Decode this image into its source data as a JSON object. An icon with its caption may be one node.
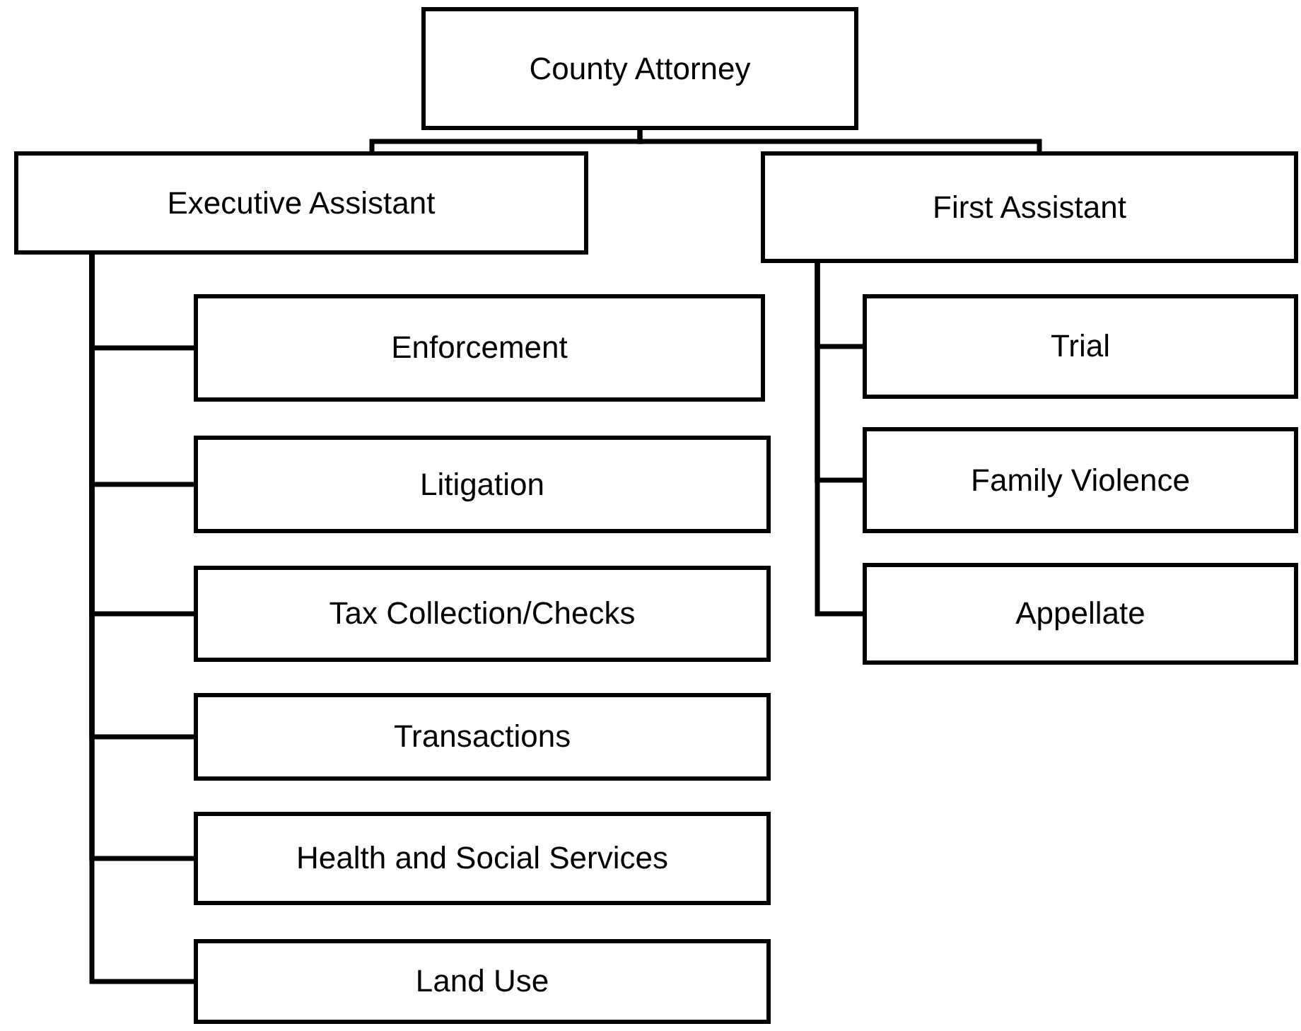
{
  "diagram": {
    "nodes": [
      {
        "text": [
          "County Attorney"
        ]
      },
      {
        "text": [
          "Executive Assistant"
        ]
      },
      {
        "text": [
          "First Assistant"
        ]
      },
      {
        "text": [
          "Enforcement"
        ]
      },
      {
        "text": [
          "Litigation"
        ]
      },
      {
        "text": [
          "Tax Collection/Checks"
        ]
      },
      {
        "text": [
          "Transactions"
        ]
      },
      {
        "text": [
          "Health and Social Services"
        ]
      },
      {
        "text": [
          "Land Use"
        ]
      },
      {
        "text": [
          "Trial"
        ]
      },
      {
        "text": [
          "Family Violence"
        ]
      },
      {
        "text": [
          "Appellate"
        ]
      }
    ],
    "edges": [
      {
        "from": 0,
        "to": 1,
        "arrow": "none"
      },
      {
        "from": 0,
        "to": 2,
        "arrow": "none"
      },
      {
        "from": 1,
        "to": 3,
        "arrow": "none"
      },
      {
        "from": 1,
        "to": 4,
        "arrow": "none"
      },
      {
        "from": 1,
        "to": 5,
        "arrow": "none"
      },
      {
        "from": 1,
        "to": 6,
        "arrow": "none"
      },
      {
        "from": 1,
        "to": 7,
        "arrow": "none"
      },
      {
        "from": 1,
        "to": 8,
        "arrow": "none"
      },
      {
        "from": 2,
        "to": 9,
        "arrow": "none"
      },
      {
        "from": 2,
        "to": 10,
        "arrow": "none"
      },
      {
        "from": 2,
        "to": 11,
        "arrow": "none"
      }
    ]
  }
}
